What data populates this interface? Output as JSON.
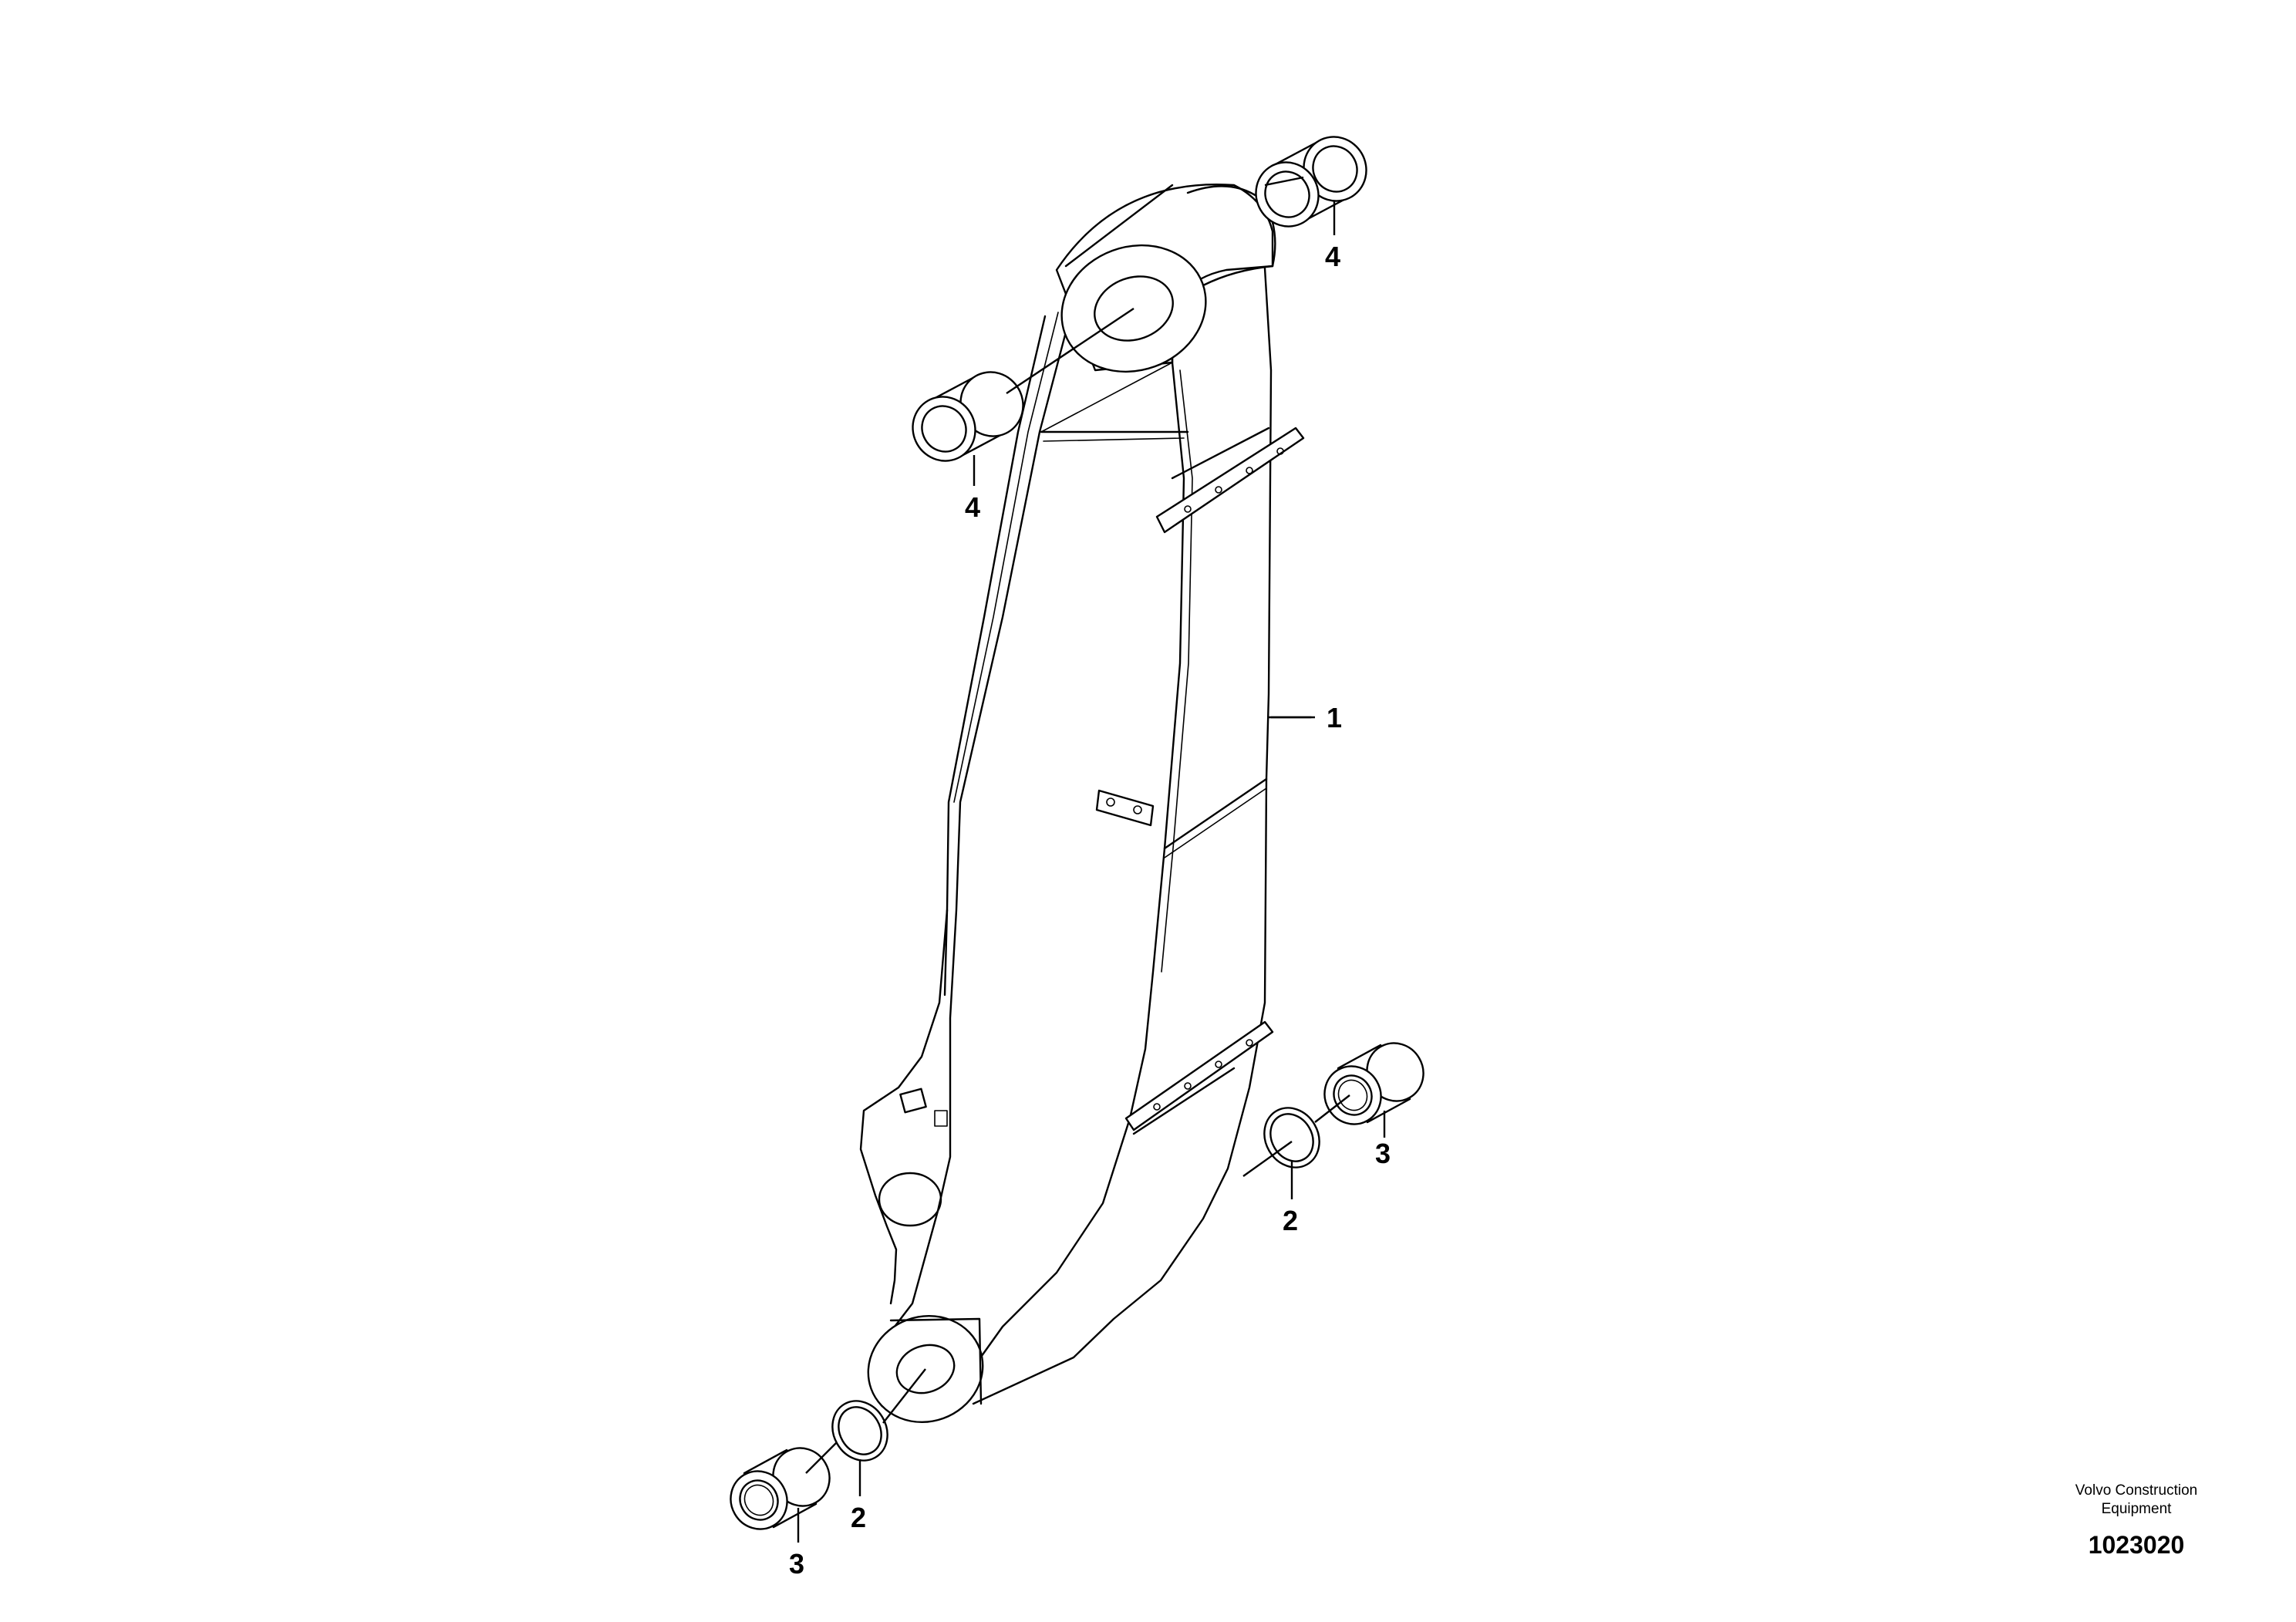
{
  "drawing": {
    "title": "",
    "callouts": [
      {
        "id": "callout-1",
        "label": "1"
      },
      {
        "id": "callout-2-right",
        "label": "2"
      },
      {
        "id": "callout-2-left",
        "label": "2"
      },
      {
        "id": "callout-3-right",
        "label": "3"
      },
      {
        "id": "callout-3-left",
        "label": "3"
      },
      {
        "id": "callout-4-top",
        "label": "4"
      },
      {
        "id": "callout-4-left",
        "label": "4"
      }
    ],
    "publisher_line1": "Volvo Construction",
    "publisher_line2": "Equipment",
    "drawing_number": "1023020"
  }
}
